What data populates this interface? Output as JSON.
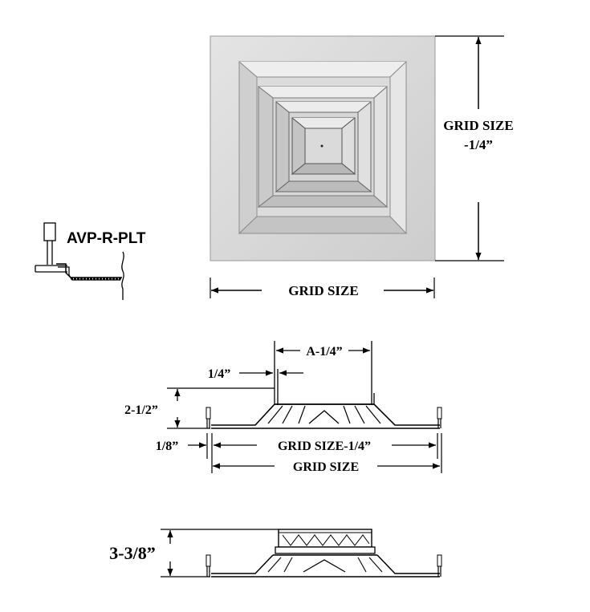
{
  "model_label": "AVP-R-PLT",
  "top_view": {
    "height_label_line1": "GRID SIZE",
    "height_label_line2": "-1/4”",
    "width_label": "GRID SIZE"
  },
  "section_view": {
    "neck_label": "A-1/4”",
    "offset_label": "1/4”",
    "height_label": "2-1/2”",
    "flange_label": "1/8”",
    "inner_width_label": "GRID SIZE-1/4”",
    "outer_width_label": "GRID SIZE"
  },
  "plenum_view": {
    "height_label": "3-3/8”"
  }
}
